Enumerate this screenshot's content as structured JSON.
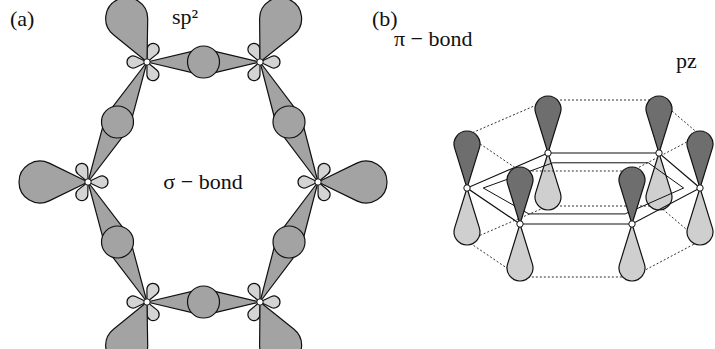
{
  "diagram": {
    "labels": [
      "(a)",
      "sp²",
      "σ − bond",
      "(b)",
      "π − bond",
      "pz"
    ]
  }
}
